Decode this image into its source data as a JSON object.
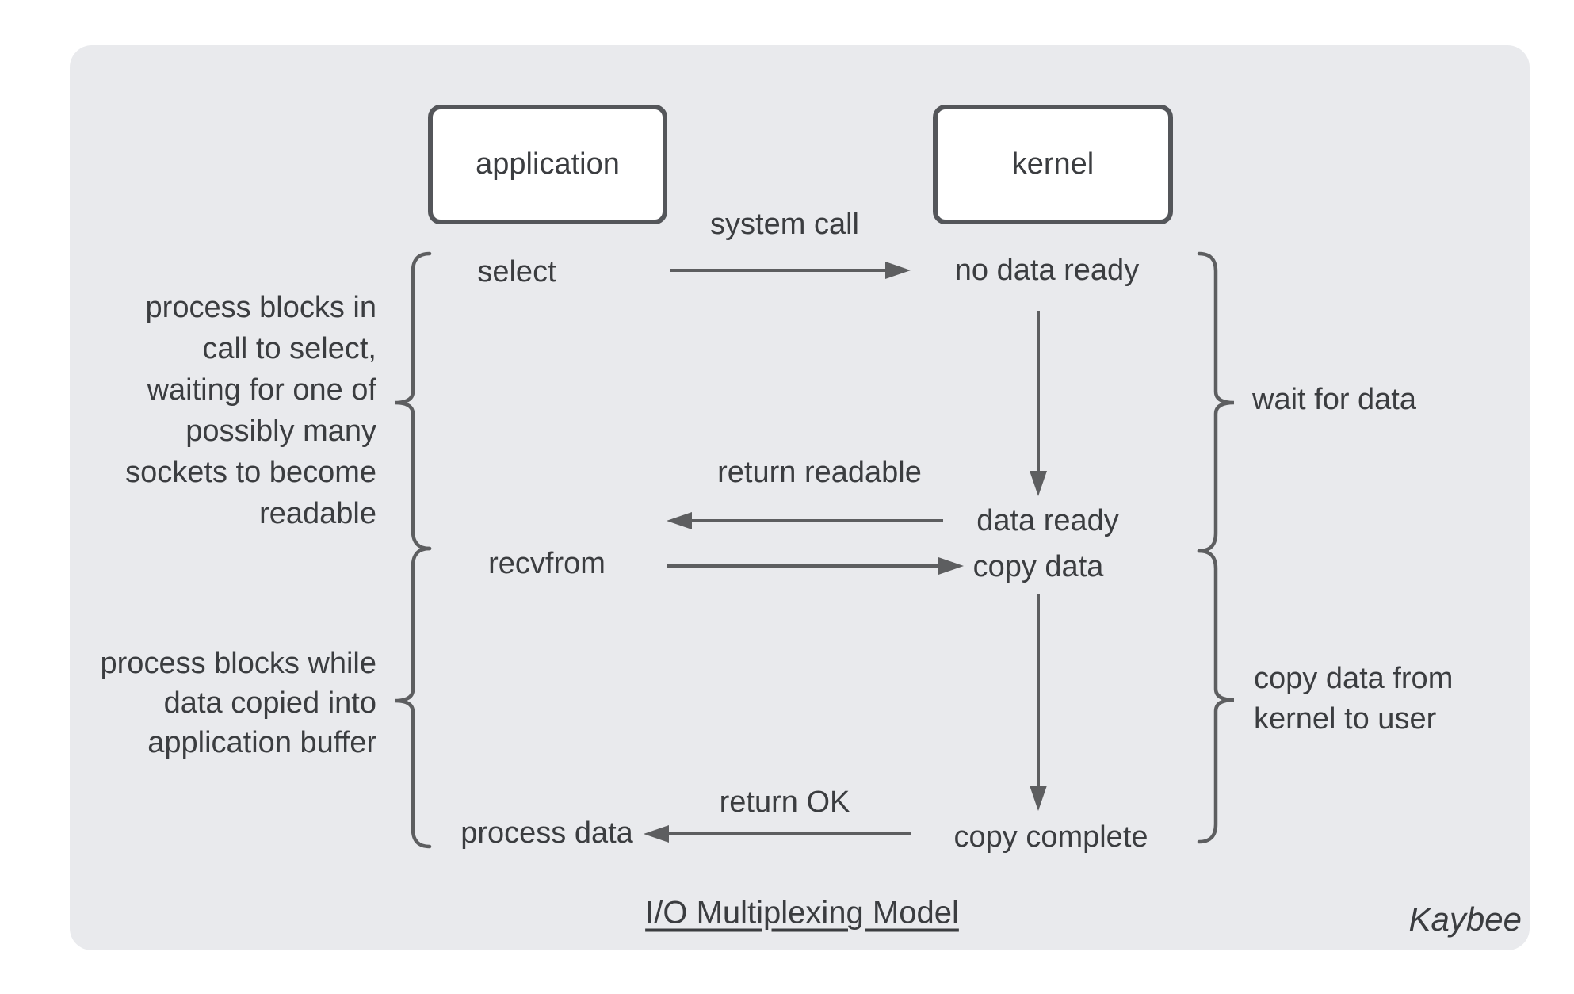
{
  "colors": {
    "page_bg": "#ffffff",
    "panel_bg": "#e9eaed",
    "line": "#5d5e60",
    "text": "#3b3d40",
    "box_border": "#54565a",
    "box_bg": "#ffffff"
  },
  "nodes": {
    "application_box": "application",
    "kernel_box": "kernel",
    "select": "select",
    "recvfrom": "recvfrom",
    "process_data": "process data",
    "no_data_ready": "no data ready",
    "data_ready": "data ready",
    "copy_data": "copy data",
    "copy_complete": "copy complete"
  },
  "arrow_labels": {
    "system_call": "system call",
    "return_readable": "return readable",
    "return_ok": "return OK"
  },
  "annotations": {
    "left_select": {
      "lines": [
        "process blocks in",
        "call to select,",
        "waiting for one of",
        "possibly many",
        "sockets to become",
        "readable"
      ]
    },
    "left_copy": {
      "lines": [
        "process blocks while",
        "data copied into",
        "application buffer"
      ]
    },
    "right_wait": "wait for data",
    "right_copy": {
      "lines": [
        "copy data from",
        "kernel to user"
      ]
    }
  },
  "footer": {
    "caption": "I/O Multiplexing Model",
    "credit": "Kaybee"
  }
}
